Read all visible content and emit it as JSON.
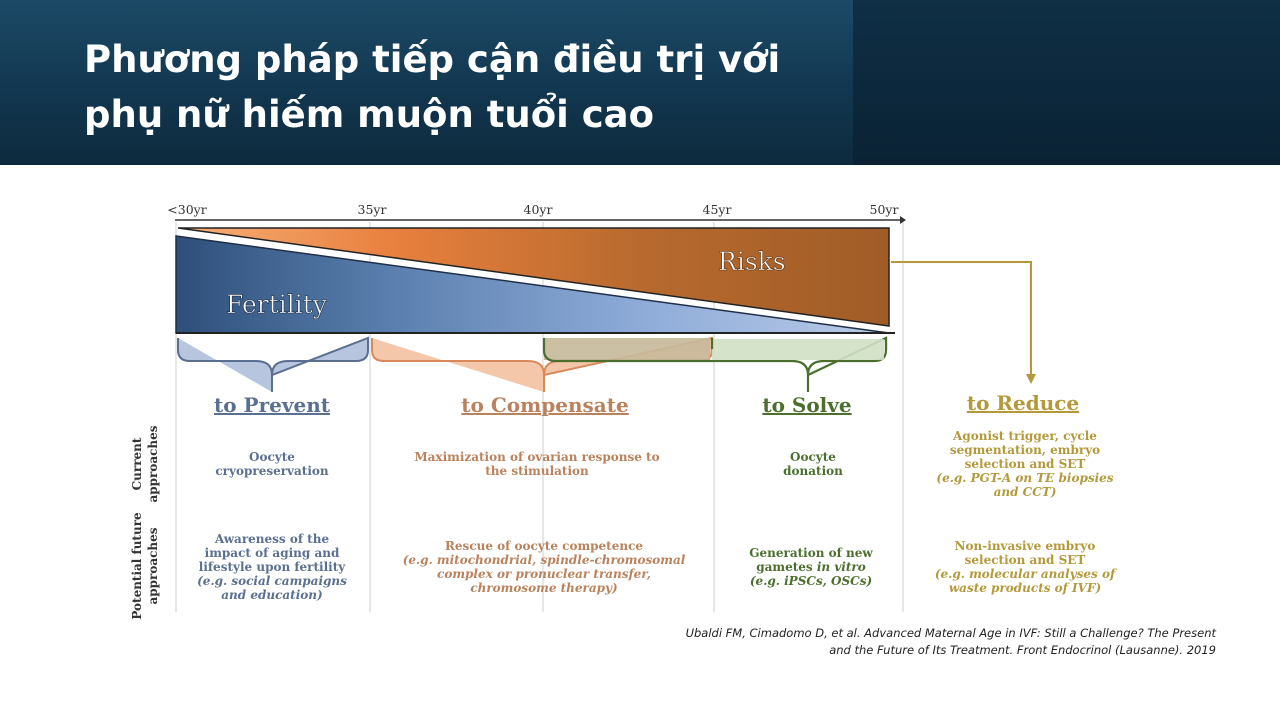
{
  "title": {
    "line1": "Phương pháp tiếp cận điều trị với",
    "line2": "phụ nữ hiếm muộn tuổi cao"
  },
  "diagram": {
    "age_ticks": [
      "<30yr",
      "35yr",
      "40yr",
      "45yr",
      "50yr"
    ],
    "risks_label": "Risks",
    "fertility_label": "Fertility",
    "row_labels": {
      "current": [
        "Current",
        "approaches"
      ],
      "future": [
        "Potential future",
        "approaches"
      ]
    },
    "colors": {
      "prevent": "#5b6f91",
      "compensate": "#b9825c",
      "solve": "#4c6f2e",
      "reduce": "#b3993a",
      "fertility": "#2d5580",
      "risks": "#a9622a"
    },
    "columns": [
      {
        "heading": "to Prevent",
        "current": [
          "Oocyte",
          "cryopreservation"
        ],
        "future": [
          "Awareness of the",
          "impact of aging and",
          "lifestyle upon fertility"
        ],
        "future_italic": [
          "(e.g. social campaigns",
          "and education)"
        ]
      },
      {
        "heading": "to Compensate",
        "current": [
          "Maximization of ovarian response to",
          "the stimulation"
        ],
        "future": [
          "Rescue of oocyte competence"
        ],
        "future_italic": [
          "(e.g. mitochondrial, spindle-chromosomal",
          "complex or pronuclear transfer,",
          "chromosome therapy)"
        ]
      },
      {
        "heading": "to Solve",
        "current": [
          "Oocyte",
          "donation"
        ],
        "future": [
          "Generation of new"
        ],
        "future_mixed": [
          "gametes ",
          "in vitro"
        ],
        "future_italic": [
          "(e.g. iPSCs, OSCs)"
        ]
      },
      {
        "heading": "to Reduce",
        "current": [
          "Agonist trigger, cycle",
          "segmentation, embryo",
          "selection and SET"
        ],
        "current_italic": [
          "(e.g. PGT-A on TE biopsies",
          "and CCT)"
        ],
        "future": [
          "Non-invasive embryo",
          "selection and SET"
        ],
        "future_italic": [
          "(e.g. molecular analyses of",
          "waste products of IVF)"
        ]
      }
    ]
  },
  "citation": {
    "line1": "Ubaldi FM, Cimadomo D,  et al. Advanced Maternal Age in IVF: Still a Challenge? The Present",
    "line2": "and the Future of Its Treatment.  Front Endocrinol (Lausanne). 2019"
  }
}
